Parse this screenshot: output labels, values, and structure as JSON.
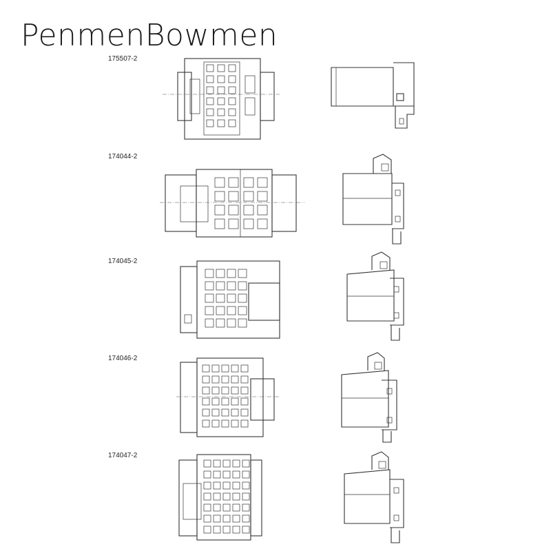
{
  "brand": {
    "name": "PenmenBowmen"
  },
  "parts": [
    {
      "id": "175507-2",
      "label": "175507-2"
    },
    {
      "id": "174044-2",
      "label": "174044-2"
    },
    {
      "id": "174045-2",
      "label": "174045-2"
    },
    {
      "id": "174046-2",
      "label": "174046-2"
    },
    {
      "id": "174047-2",
      "label": "174047-2"
    }
  ]
}
